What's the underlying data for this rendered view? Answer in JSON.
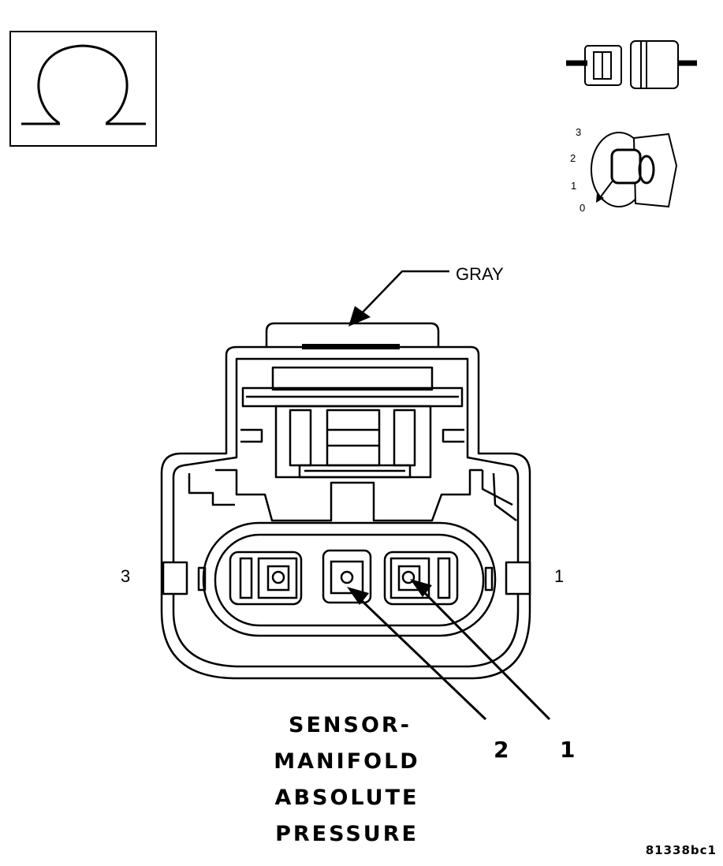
{
  "connector_color": "GRAY",
  "cavity_labels": {
    "left": "3",
    "right": "1"
  },
  "pin_callouts": [
    "2",
    "1"
  ],
  "title_lines": [
    "SENSOR-",
    "MANIFOLD",
    "ABSOLUTE",
    "PRESSURE"
  ],
  "figure_id": "81338bc1",
  "key_scale": [
    "3",
    "2",
    "1",
    "0"
  ],
  "icons": {
    "meter": "ohm-symbol-icon",
    "connector": "disconnected-connector-icon",
    "ignition": "ignition-key-off-icon"
  }
}
